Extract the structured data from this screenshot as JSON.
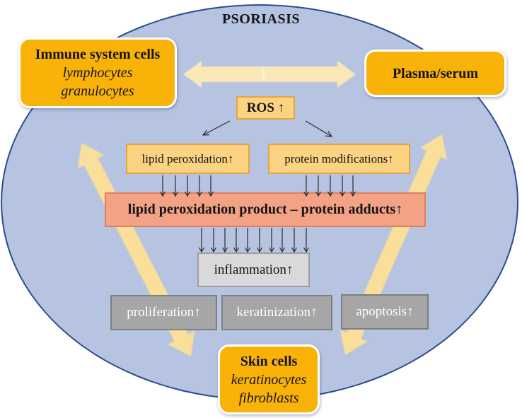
{
  "figure": {
    "title": "PSORIASIS",
    "nodes": {
      "immune": {
        "title": "Immune system cells",
        "subtitles": [
          "lymphocytes",
          "granulocytes"
        ]
      },
      "plasma": {
        "title": "Plasma/serum"
      },
      "ros": {
        "label": "ROS ↑"
      },
      "lipid_peroxidation": {
        "label": "lipid peroxidation↑"
      },
      "protein_modifications": {
        "label": "protein modifications↑"
      },
      "adducts": {
        "label": "lipid peroxidation product – protein adducts↑"
      },
      "inflammation": {
        "label": "inflammation↑"
      },
      "proliferation": {
        "label": "proliferation↑"
      },
      "keratinization": {
        "label": "keratinization↑"
      },
      "apoptosis": {
        "label": "apoptosis↑"
      },
      "skin": {
        "title": "Skin cells",
        "subtitles": [
          "keratinocytes",
          "fibroblasts"
        ]
      }
    },
    "colors": {
      "ellipse_fill": "#B6C3E1",
      "ellipse_border": "#2B4D8F",
      "cell_box_fill": "#F9B208",
      "highlight_box_fill": "#FBD382",
      "highlight_box_border": "#E8A33E",
      "adduct_box_fill": "#F4A285",
      "adduct_box_border": "#E0805C",
      "inflammation_box_fill": "#D9D9D9",
      "process_box_fill": "#A6A6A6",
      "process_box_text": "#FFFFFF",
      "thick_arrow_fill": "#F9DF99",
      "thin_arrow_color": "#2B2B2B"
    }
  }
}
